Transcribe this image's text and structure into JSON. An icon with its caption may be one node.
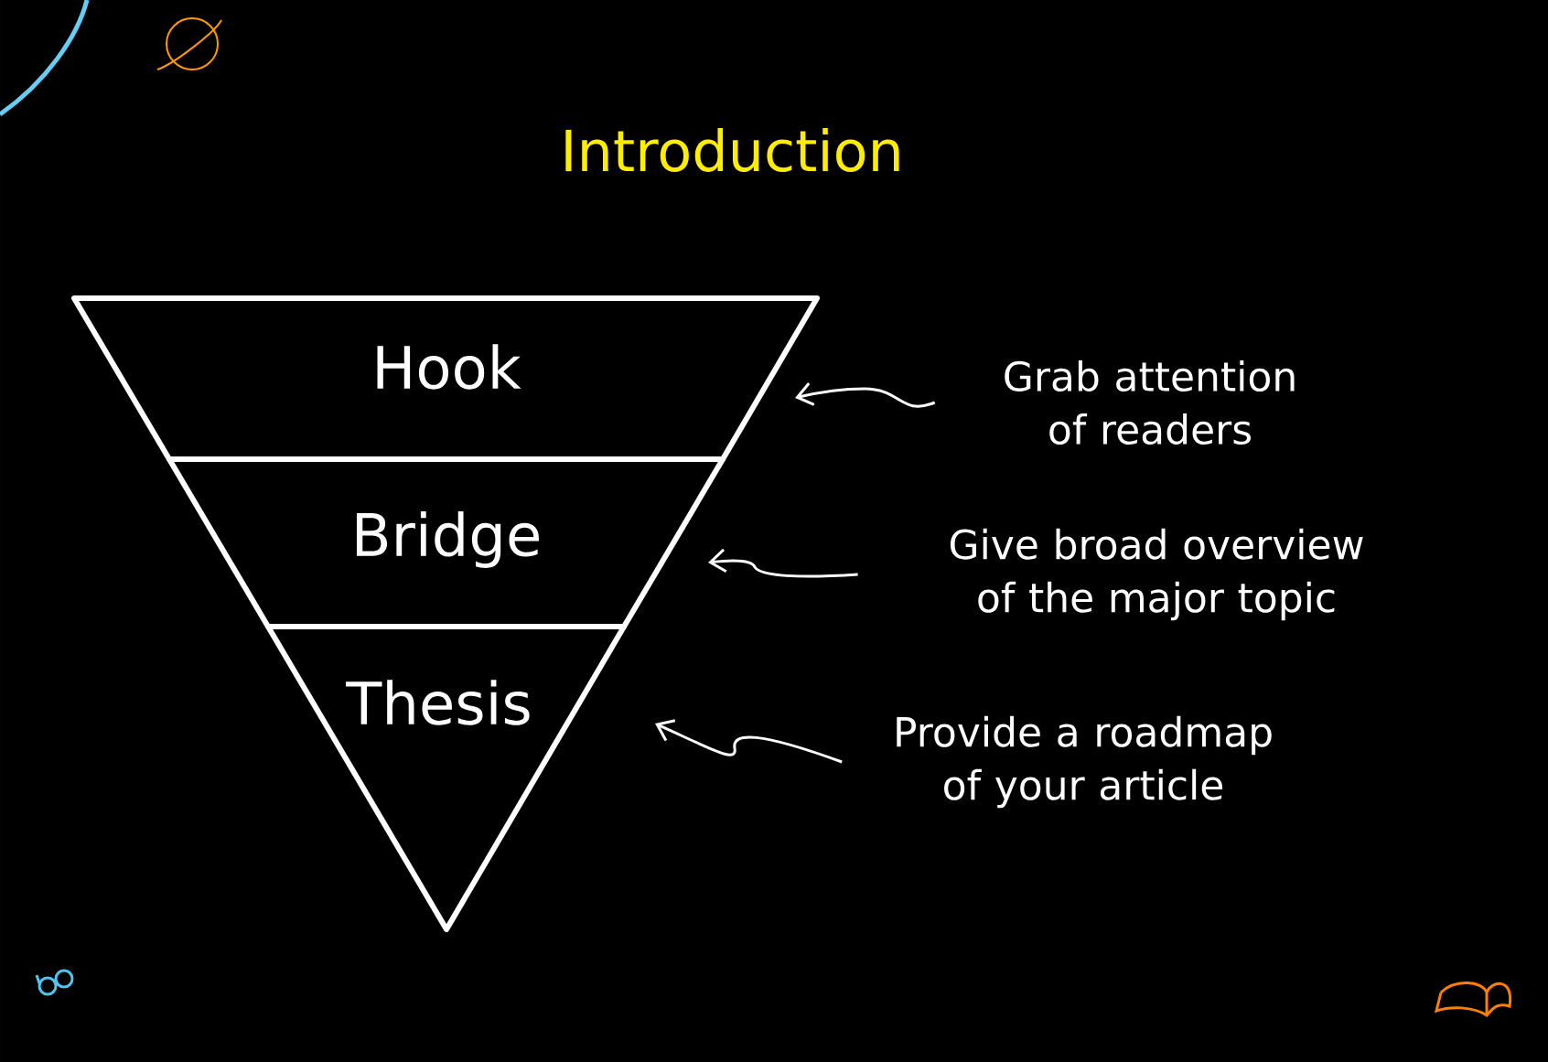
{
  "diagram": {
    "title": "Introduction",
    "nodes": [
      {
        "text": [
          "Hook"
        ]
      },
      {
        "text": [
          "Bridge"
        ]
      },
      {
        "text": [
          "Thesis"
        ]
      },
      {
        "text": [
          "Grab attention of readers"
        ]
      },
      {
        "text": [
          "Give broad overview of the major topic"
        ]
      },
      {
        "text": [
          "Provide a roadmap of your article"
        ]
      }
    ],
    "edges": [
      {
        "from": 3,
        "to": 0,
        "arrow": "to"
      },
      {
        "from": 4,
        "to": 1,
        "arrow": "to"
      },
      {
        "from": 5,
        "to": 2,
        "arrow": "to"
      }
    ]
  }
}
